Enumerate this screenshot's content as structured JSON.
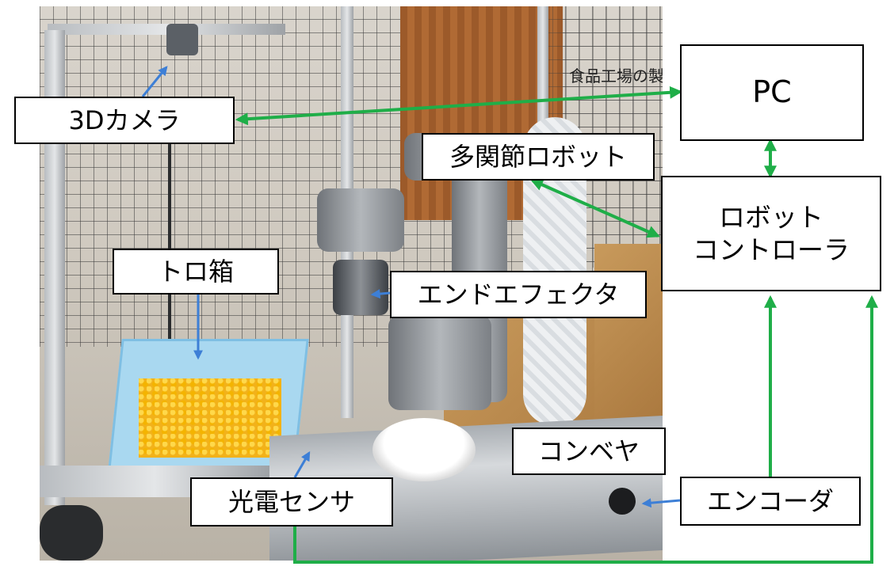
{
  "labels": {
    "camera": "3Dカメラ",
    "pc": "PC",
    "robot": "多関節ロボット",
    "controller_line1": "ロボット",
    "controller_line2": "コントローラ",
    "tray": "トロ箱",
    "end_effector": "エンドエフェクタ",
    "conveyor": "コンベヤ",
    "encoder": "エンコーダ",
    "sensor": "光電センサ"
  },
  "photo_text": {
    "sign": "食品工場の製"
  },
  "colors": {
    "signal_line": "#1fae48",
    "pointer_line": "#3d7fd6",
    "box_border": "#000000"
  },
  "icons": {
    "signal_arrow": "arrowhead",
    "pointer_arrow": "arrowhead"
  }
}
